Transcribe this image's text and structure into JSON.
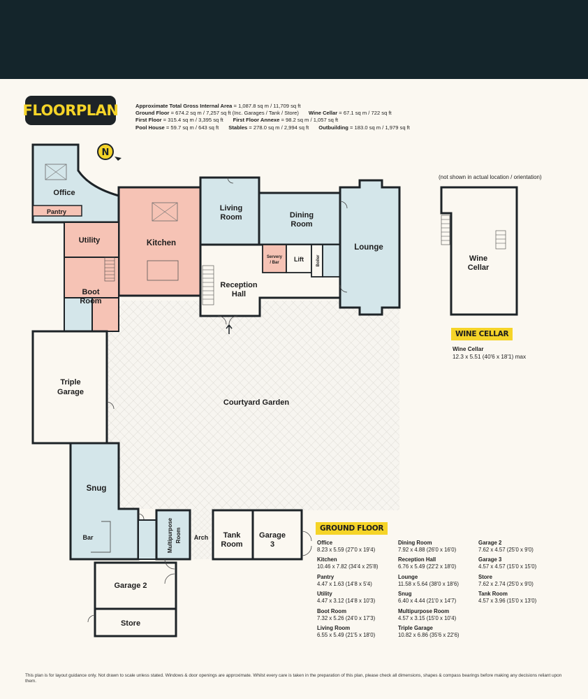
{
  "header": {
    "badge": "FLOORPLAN"
  },
  "areas": {
    "total_label": "Approximate Total Gross Internal Area",
    "total_value": " = 1,087.8 sq m / 11,709 sq ft",
    "ground_label": "Ground Floor",
    "ground_value": " = 674.2 sq m / 7,257 sq ft (Inc. Garages / Tank / Store)",
    "wine_label": "Wine Cellar",
    "wine_value": " = 67.1 sq m / 722 sq ft",
    "first_label": "First Floor",
    "first_value": " = 315.4 sq m / 3,395 sq ft",
    "annexe_label": "First Floor Annexe",
    "annexe_value": " = 98.2 sq m / 1,057 sq ft",
    "pool_label": "Pool House",
    "pool_value": " = 59.7 sq m / 643 sq ft",
    "stables_label": "Stables",
    "stables_value": " = 278.0 sq m / 2,994 sq ft",
    "outbuilding_label": "Outbuilding",
    "outbuilding_value": " = 183.0 sq m / 1,979 sq ft"
  },
  "compass": "N",
  "rooms": {
    "office": "Office",
    "pantry": "Pantry",
    "utility": "Utility",
    "kitchen": "Kitchen",
    "boot_room_1": "Boot",
    "boot_room_2": "Room",
    "living_room_1": "Living",
    "living_room_2": "Room",
    "dining_room_1": "Dining",
    "dining_room_2": "Room",
    "servery_1": "Servery",
    "servery_2": "/ Bar",
    "lift": "Lift",
    "boiler": "Boiler",
    "lounge": "Lounge",
    "reception_1": "Reception",
    "reception_2": "Hall",
    "triple_garage_1": "Triple",
    "triple_garage_2": "Garage",
    "courtyard": "Courtyard Garden",
    "snug": "Snug",
    "bar": "Bar",
    "multipurpose_1": "Multipurpose",
    "multipurpose_2": "Room",
    "arch": "Arch",
    "tank_room_1": "Tank",
    "tank_room_2": "Room",
    "garage3_1": "Garage",
    "garage3_2": "3",
    "garage2": "Garage 2",
    "store": "Store",
    "wine_cellar_1": "Wine",
    "wine_cellar_2": "Cellar"
  },
  "wine_section": {
    "note": "(not shown in actual location / orientation)",
    "tag": "WINE CELLAR",
    "name": "Wine Cellar",
    "dims": "12.3 x 5.51 (40'6 x 18'1) max"
  },
  "ground_floor": {
    "tag": "GROUND FLOOR",
    "columns": [
      [
        {
          "name": "Office",
          "dims": "8.23 x 5.59 (27'0 x 19'4)"
        },
        {
          "name": "Kitchen",
          "dims": "10.46 x 7.82 (34'4 x 25'8)"
        },
        {
          "name": "Pantry",
          "dims": "4.47 x 1.63 (14'8 x 5'4)"
        },
        {
          "name": "Utility",
          "dims": "4.47 x 3.12 (14'8 x 10'3)"
        },
        {
          "name": "Boot Room",
          "dims": "7.32 x 5.26 (24'0 x 17'3)"
        },
        {
          "name": "Living Room",
          "dims": "6.55 x 5.49 (21'5 x 18'0)"
        }
      ],
      [
        {
          "name": "Dining Room",
          "dims": "7.92 x 4.88 (26'0 x 16'0)"
        },
        {
          "name": "Reception Hall",
          "dims": "6.76 x 5.49 (22'2 x 18'0)"
        },
        {
          "name": "Lounge",
          "dims": "11.58 x 5.64 (38'0 x 18'6)"
        },
        {
          "name": "Snug",
          "dims": "6.40 x 4.44 (21'0 x 14'7)"
        },
        {
          "name": "Multipurpose Room",
          "dims": "4.57 x 3.15 (15'0 x 10'4)"
        },
        {
          "name": "Triple Garage",
          "dims": "10.82 x 6.86 (35'6 x 22'6)"
        }
      ],
      [
        {
          "name": "Garage 2",
          "dims": "7.62 x 4.57 (25'0 x 9'0)"
        },
        {
          "name": "Garage 3",
          "dims": "4.57 x 4.57 (15'0 x 15'0)"
        },
        {
          "name": "Store",
          "dims": "7.62 x 2.74 (25'0 x 9'0)"
        },
        {
          "name": "Tank Room",
          "dims": "4.57 x 3.96 (15'0 x 13'0)"
        }
      ]
    ]
  },
  "disclaimer": "This plan is for layout guidance only. Not drawn to scale unless stated. Windows & door openings are approximate. Whilst every care is taken in the preparation of this plan, please check all dimensions, shapes & compass bearings before making any decisions reliant upon them.",
  "colors": {
    "header_bg": "#14252b",
    "accent_yellow": "#f5d428",
    "kitchen_pink": "#f6c3b5",
    "room_blue": "#d4e6ea",
    "wall": "#1d2327"
  }
}
